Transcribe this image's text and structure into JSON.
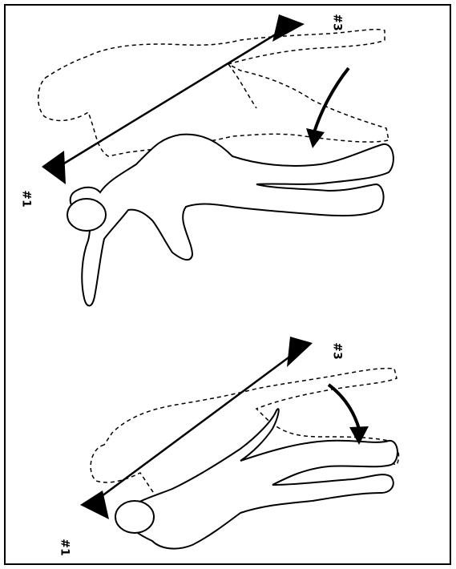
{
  "top_panel": {
    "label_start": "#1",
    "label_end": "#3"
  },
  "bottom_panel": {
    "label_start": "#1",
    "label_end": "#3"
  },
  "line_color": "#000000",
  "outline_style": "dashed"
}
